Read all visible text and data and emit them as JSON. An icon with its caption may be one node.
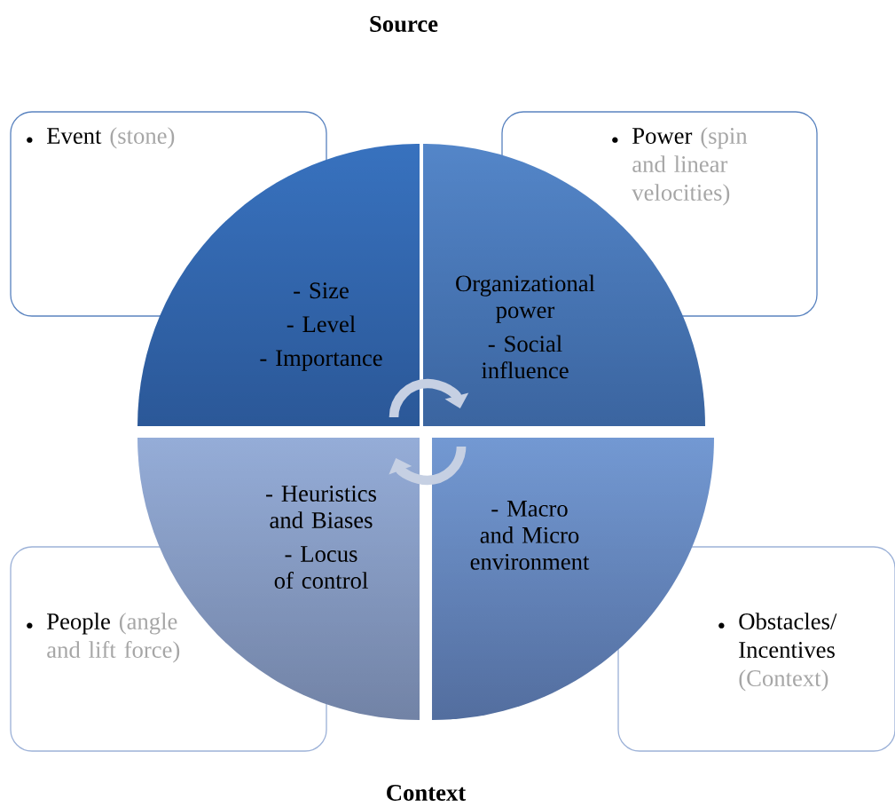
{
  "diagram": {
    "title": "Source",
    "caption": "Context",
    "nodes": [
      {
        "text": [
          "Event",
          "(stone)"
        ]
      },
      {
        "text": [
          "Power",
          "(spin and linear velocities)"
        ]
      },
      {
        "text": [
          "- Size",
          "- Level",
          "- Importance"
        ]
      },
      {
        "text": [
          "Organizational power",
          "- Social influence"
        ]
      },
      {
        "text": [
          "- Heuristics and Biases",
          "- Locus of control"
        ]
      },
      {
        "text": [
          "- Macro and Micro environment"
        ]
      },
      {
        "text": [
          "People",
          "(angle and lift force)"
        ]
      },
      {
        "text": [
          "Obstacles/ Incentives",
          "(Context)"
        ]
      }
    ]
  }
}
